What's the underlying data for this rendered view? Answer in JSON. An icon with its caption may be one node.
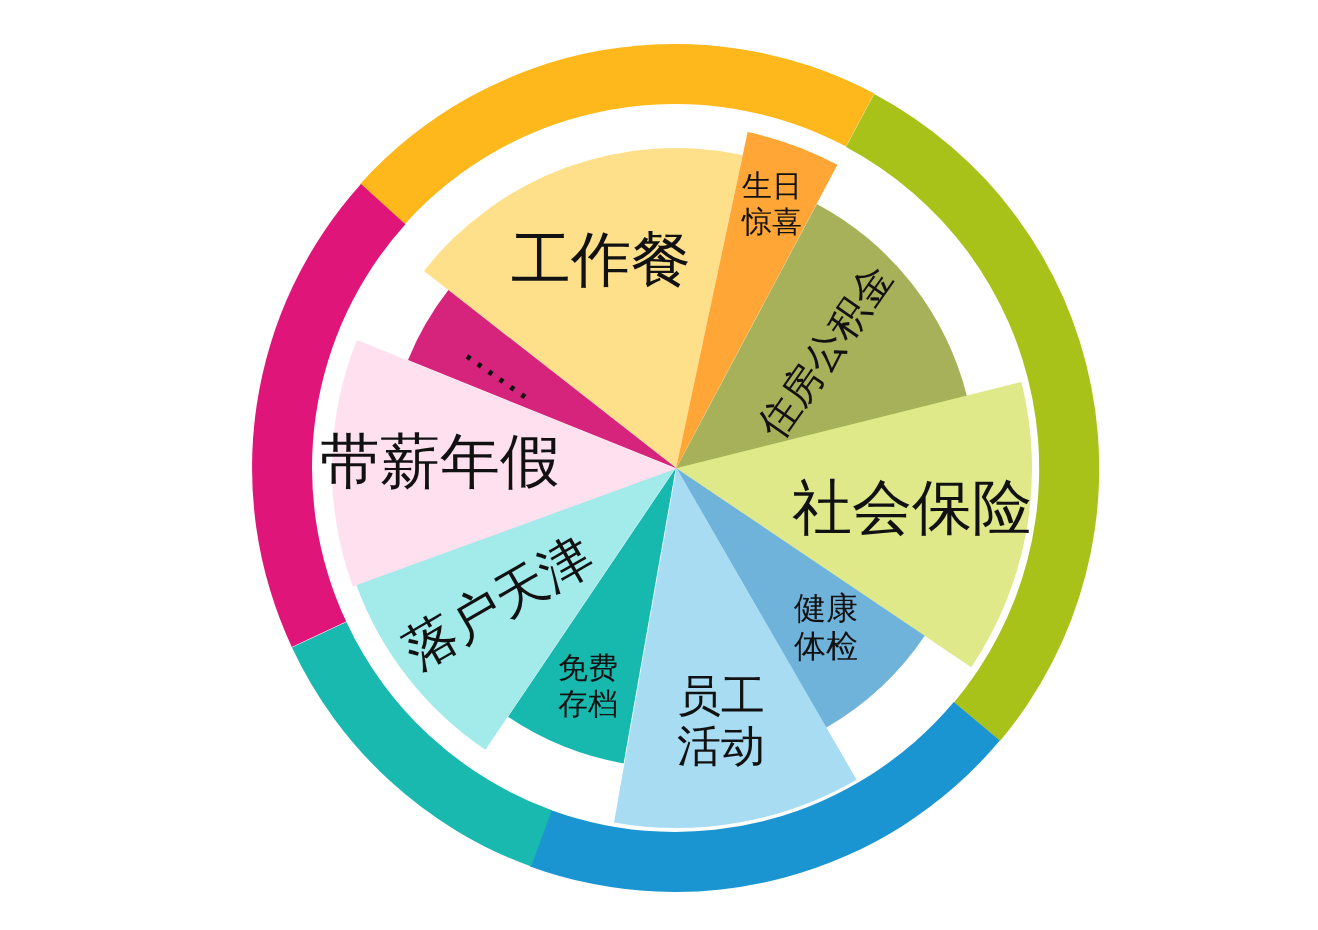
{
  "diagram": {
    "nodes": [
      {
        "text": [
          "工作餐"
        ]
      },
      {
        "text": [
          "生日惊喜"
        ]
      },
      {
        "text": [
          "住房公积金"
        ]
      },
      {
        "text": [
          "社会保险"
        ]
      },
      {
        "text": [
          "健康体检"
        ]
      },
      {
        "text": [
          "员工活动"
        ]
      },
      {
        "text": [
          "免费存档"
        ]
      },
      {
        "text": [
          "落户天津"
        ]
      },
      {
        "text": [
          "带薪年假"
        ]
      },
      {
        "text": [
          "……"
        ]
      },
      {
        "text": [],
        "shape": "arc"
      },
      {
        "text": [],
        "shape": "arc"
      },
      {
        "text": [],
        "shape": "arc"
      },
      {
        "text": [],
        "shape": "arc"
      },
      {
        "text": [],
        "shape": "arc"
      }
    ]
  }
}
